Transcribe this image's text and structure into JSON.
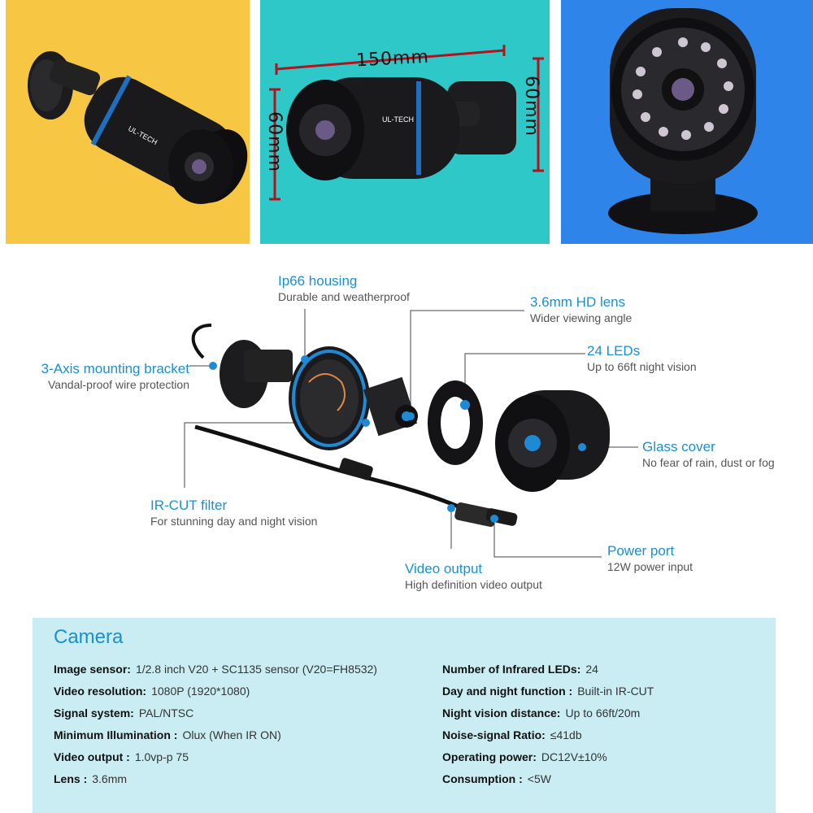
{
  "colors": {
    "panel_yellow": "#f7c743",
    "panel_teal": "#2ec8c9",
    "panel_blue": "#2f84ea",
    "accent_blue": "#1b8fd1",
    "dimension_red": "#b3121d",
    "specs_background": "#c9edf2"
  },
  "product_photos": {
    "brand_logo_text": "UL-TECH",
    "dimensions": {
      "width": "150mm",
      "height_left": "60mm",
      "height_right": "60mm"
    }
  },
  "diagram": {
    "callouts": [
      {
        "id": "housing",
        "title": "Ip66 housing",
        "subtitle": "Durable and weatherproof"
      },
      {
        "id": "lens",
        "title": "3.6mm HD lens",
        "subtitle": "Wider viewing angle"
      },
      {
        "id": "leds",
        "title": "24 LEDs",
        "subtitle": "Up to 66ft night vision"
      },
      {
        "id": "bracket",
        "title": "3-Axis mounting bracket",
        "subtitle": "Vandal-proof wire protection"
      },
      {
        "id": "glass",
        "title": "Glass cover",
        "subtitle": "No fear of rain, dust or fog"
      },
      {
        "id": "ircut",
        "title": "IR-CUT filter",
        "subtitle": "For stunning day and night vision"
      },
      {
        "id": "power",
        "title": "Power port",
        "subtitle": "12W power input"
      },
      {
        "id": "video",
        "title": "Video output",
        "subtitle": "High definition video output"
      }
    ]
  },
  "specs": {
    "title": "Camera",
    "left": [
      {
        "label": "Image sensor:",
        "value": "1/2.8 inch V20 + SC1135 sensor  (V20=FH8532)"
      },
      {
        "label": "Video resolution:",
        "value": "1080P (1920*1080)"
      },
      {
        "label": "Signal system:",
        "value": "PAL/NTSC"
      },
      {
        "label": "Minimum Illumination :",
        "value": "Olux (When IR ON)"
      },
      {
        "label": "Video output :",
        "value": "1.0vp-p 75"
      },
      {
        "label": "Lens :",
        "value": "3.6mm"
      }
    ],
    "right": [
      {
        "label": "Number of Infrared LEDs:",
        "value": "24"
      },
      {
        "label": "Day and night function :",
        "value": "Built-in IR-CUT"
      },
      {
        "label": "Night vision distance:",
        "value": "Up to 66ft/20m"
      },
      {
        "label": "Noise-signal Ratio:",
        "value": "≤41db"
      },
      {
        "label": "Operating power:",
        "value": "DC12V±10%"
      },
      {
        "label": "Consumption :",
        "value": "<5W"
      }
    ]
  }
}
